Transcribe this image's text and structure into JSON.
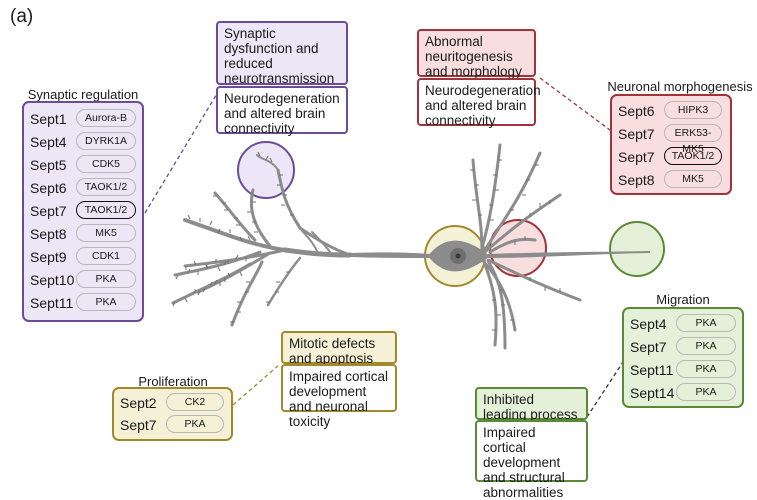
{
  "panel_label": "(a)",
  "colors": {
    "purple": "#6b4c9a",
    "purple_fill": "#ece6f6",
    "red": "#a2333a",
    "red_fill": "#f8dede",
    "olive": "#a08a2c",
    "olive_fill": "#f5f1d6",
    "green": "#5b8a36",
    "green_fill": "#e4f1d8",
    "neuron": "#8c8c8c"
  },
  "synaptic_regulation": {
    "title": "Synaptic regulation",
    "rows": [
      {
        "septin": "Sept1",
        "kinase": "Aurora-B",
        "highlighted": false
      },
      {
        "septin": "Sept4",
        "kinase": "DYRK1A",
        "highlighted": false
      },
      {
        "septin": "Sept5",
        "kinase": "CDK5",
        "highlighted": false
      },
      {
        "septin": "Sept6",
        "kinase": "TAOK1/2",
        "highlighted": false
      },
      {
        "septin": "Sept7",
        "kinase": "TAOK1/2",
        "highlighted": true
      },
      {
        "septin": "Sept8",
        "kinase": "MK5",
        "highlighted": false
      },
      {
        "septin": "Sept9",
        "kinase": "CDK1",
        "highlighted": false
      },
      {
        "septin": "Sept10",
        "kinase": "PKA",
        "highlighted": false
      },
      {
        "septin": "Sept11",
        "kinase": "PKA",
        "highlighted": false
      }
    ],
    "outcome_primary": "Synaptic dysfunction and reduced neurotransmission",
    "outcome_secondary": "Neurodegeneration and altered brain connectivity"
  },
  "neuronal_morphogenesis": {
    "title": "Neuronal morphogenesis",
    "rows": [
      {
        "septin": "Sept6",
        "kinase": "HIPK3",
        "highlighted": false
      },
      {
        "septin": "Sept7",
        "kinase": "ERK53-MK5",
        "highlighted": false
      },
      {
        "septin": "Sept7",
        "kinase": "TAOK1/2",
        "highlighted": true
      },
      {
        "septin": "Sept8",
        "kinase": "MK5",
        "highlighted": false
      }
    ],
    "outcome_primary": "Abnormal neuritogenesis and morphology",
    "outcome_secondary": "Neurodegeneration and altered brain connectivity"
  },
  "proliferation": {
    "title": "Proliferation",
    "rows": [
      {
        "septin": "Sept2",
        "kinase": "CK2",
        "highlighted": false
      },
      {
        "septin": "Sept7",
        "kinase": "PKA",
        "highlighted": false
      }
    ],
    "outcome_primary": "Mitotic defects and apoptosis",
    "outcome_secondary": "Impaired cortical development and neuronal toxicity"
  },
  "migration": {
    "title": "Migration",
    "rows": [
      {
        "septin": "Sept4",
        "kinase": "PKA",
        "highlighted": false
      },
      {
        "septin": "Sept7",
        "kinase": "PKA",
        "highlighted": false
      },
      {
        "septin": "Sept11",
        "kinase": "PKA",
        "highlighted": false
      },
      {
        "septin": "Sept14",
        "kinase": "PKA",
        "highlighted": false
      }
    ],
    "outcome_primary": "Inhibited leading process formation",
    "outcome_secondary": "Impaired cortical development and structural abnormalities"
  }
}
